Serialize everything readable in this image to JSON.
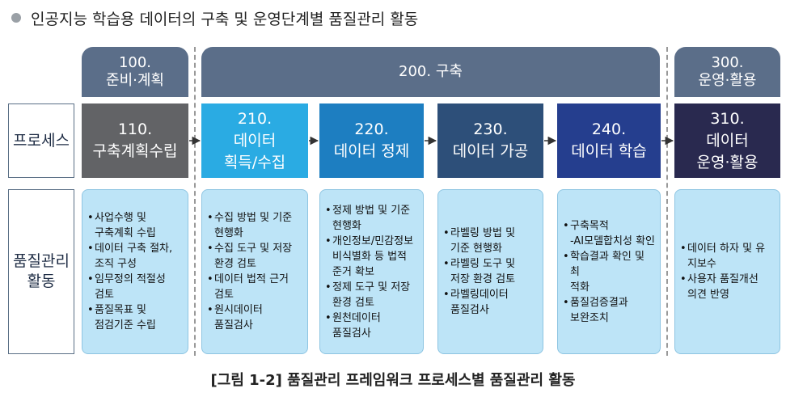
{
  "title": "인공지능 학습용 데이터의 구축 및 운영단계별 품질관리 활동",
  "caption": "[그림 1-2] 품질관리 프레임워크 프로세스별 품질관리 활동",
  "colors": {
    "phase": "#5b6e89",
    "p110": "#626366",
    "p210": "#2aabe3",
    "p220": "#1d7ec1",
    "p230": "#2d4f79",
    "p240": "#253e8e",
    "p310": "#29294f",
    "activity_bg": "#bde4f7"
  },
  "phases": [
    {
      "code": "100.",
      "name": "준비·계획"
    },
    {
      "code": "200. 구축",
      "name": ""
    },
    {
      "code": "300.",
      "name": "운영·활용"
    }
  ],
  "row_labels": {
    "process": [
      "프로세스"
    ],
    "quality": [
      "품질관리",
      "활동"
    ]
  },
  "processes": [
    {
      "code": "110.",
      "lines": [
        "구축계획수립"
      ]
    },
    {
      "code": "210.",
      "lines": [
        "데이터",
        "획득/수집"
      ]
    },
    {
      "code": "220.",
      "lines": [
        "데이터 정제"
      ]
    },
    {
      "code": "230.",
      "lines": [
        "데이터 가공"
      ]
    },
    {
      "code": "240.",
      "lines": [
        "데이터 학습"
      ]
    },
    {
      "code": "310.",
      "lines": [
        "데이터",
        "운영·활용"
      ]
    }
  ],
  "activities": [
    {
      "items": [
        [
          "사업수행 및",
          "구축계획 수립"
        ],
        [
          "데이터 구축 절차,",
          "조직 구성"
        ],
        [
          "임무정의 적절성",
          "검토"
        ],
        [
          "품질목표 및",
          "점검기준 수립"
        ]
      ]
    },
    {
      "items": [
        [
          "수집 방법 및 기준",
          "현행화"
        ],
        [
          "수집 도구 및 저장",
          "환경 검토"
        ],
        [
          "데이터 법적 근거",
          "검토"
        ],
        [
          "원시데이터",
          "품질검사"
        ]
      ]
    },
    {
      "items": [
        [
          "정제 방법 및 기준",
          "현행화"
        ],
        [
          "개인정보/민감정보",
          "비식별화 등 법적",
          "준거 확보"
        ],
        [
          "정제 도구 및 저장",
          "환경 검토"
        ],
        [
          "원천데이터",
          "품질검사"
        ]
      ]
    },
    {
      "items": [
        [
          "라벨링 방법 및",
          "기준 현행화"
        ],
        [
          "라벨링 도구 및",
          "저장 환경 검토"
        ],
        [
          "라벨링데이터",
          "품질검사"
        ]
      ]
    },
    {
      "items": [
        [
          "구축목적",
          "-AI모델합치성 확인"
        ],
        [
          "학습결과 확인 및 최",
          "적화"
        ],
        [
          "품질검증결과",
          "보완조치"
        ]
      ]
    },
    {
      "items": [
        [
          "데이터 하자 및 유",
          "지보수"
        ],
        [
          "사용자 품질개선",
          "의견 반영"
        ]
      ]
    }
  ]
}
